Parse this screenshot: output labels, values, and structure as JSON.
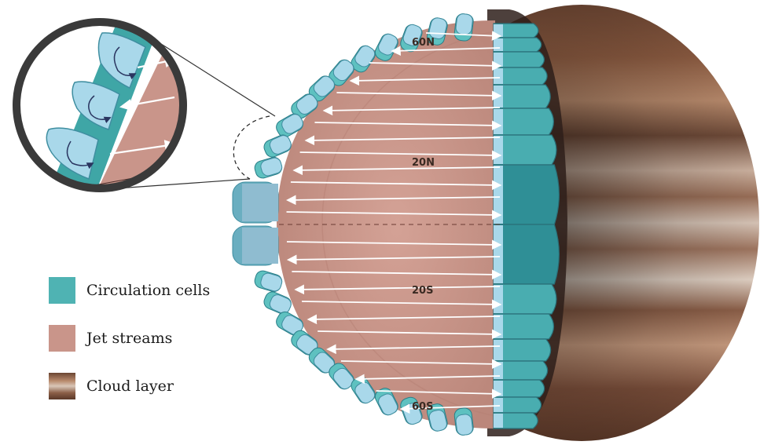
{
  "latitude_labels": {
    "n60": "60N",
    "n20": "20N",
    "s20": "20S",
    "s60": "60S"
  },
  "legend": [
    {
      "label": "Circulation cells",
      "color": "#4fb3b3"
    },
    {
      "label": "Jet streams",
      "color": "#c9958a"
    },
    {
      "label": "Cloud layer",
      "color": "#8a6a55"
    }
  ],
  "colors": {
    "jet_stream": "#c9958a",
    "circulation_cell": "#4fb3b3",
    "cell_face": "#a9d8ea",
    "cloud_band_dark": "#5a3b2a",
    "cloud_band_light": "#c9a38a",
    "zoom_ring": "#3a3a3a"
  },
  "icons": {
    "flow_arrow": "arrow-icon",
    "zoom_circle": "magnifier-ring"
  }
}
